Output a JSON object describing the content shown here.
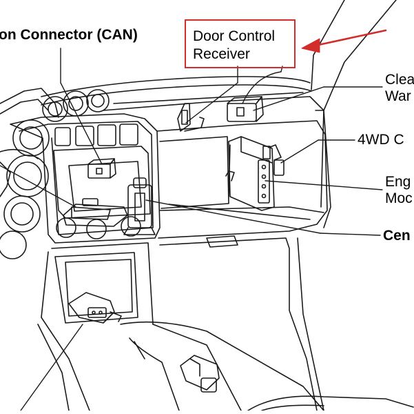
{
  "labels": {
    "can_connector": "on Connector (CAN)",
    "door_control_line1": "Door Control",
    "door_control_line2": "Receiver",
    "clearance_line1": "Clea",
    "clearance_line2": "War",
    "four_wd": "4WD C",
    "engine_line1": "Eng",
    "engine_line2": "Moc",
    "center": "Cen"
  },
  "colors": {
    "highlight": "#d32c2c",
    "line_art": "#1a1a1a",
    "background": "#ffffff"
  }
}
